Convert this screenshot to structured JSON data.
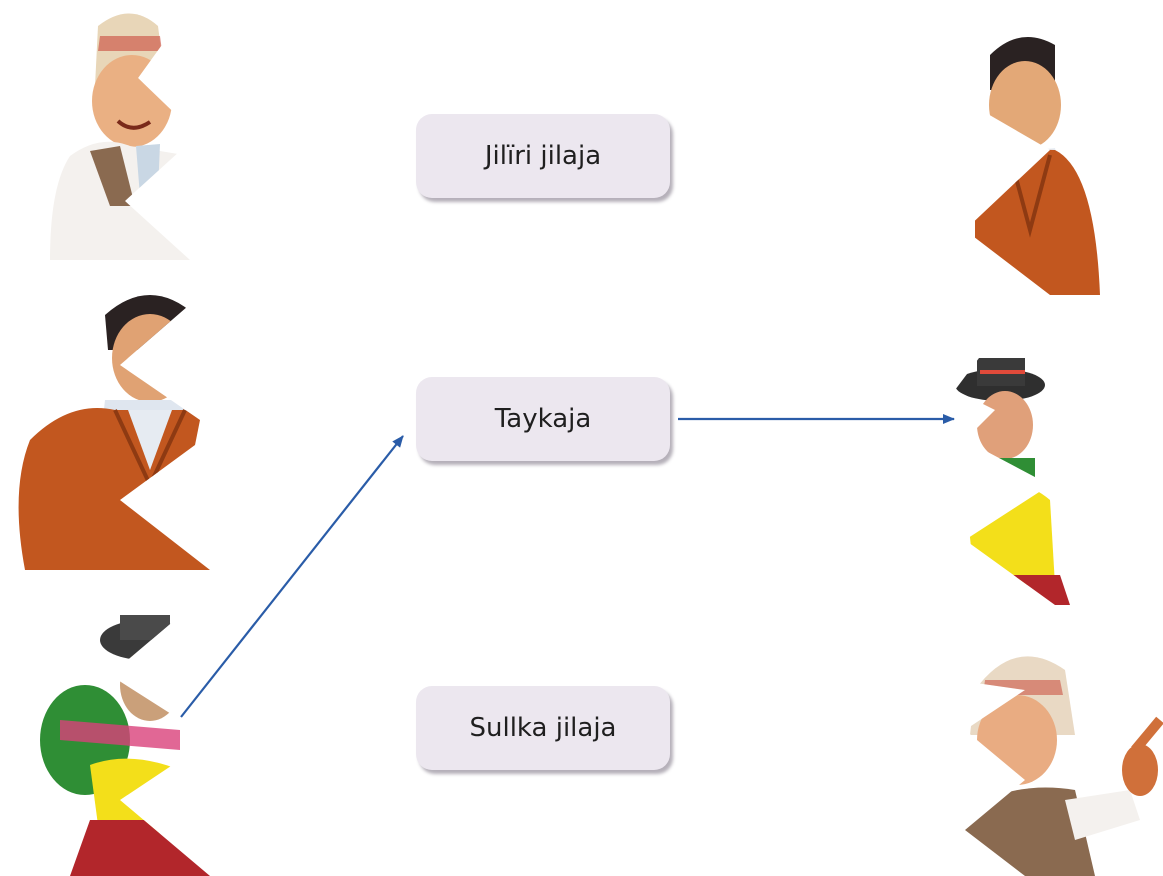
{
  "labels": {
    "top": "Jilïri jilaja",
    "middle": "Taykaja",
    "bottom": "Sullka jilaja"
  },
  "colors": {
    "arrow": "#2a5ca8",
    "box_fill": "#ece7ef",
    "sweater": "#c2571f",
    "skin": "#e9a36f",
    "hair": "#2a2222",
    "yellow": "#f3df1a",
    "green": "#2f8e35",
    "red": "#b2262b"
  },
  "pictures": {
    "left": [
      "boy-in-knit-hat-half",
      "man-in-brown-sweater-half",
      "woman-with-bundle-half"
    ],
    "right": [
      "boy-in-brown-sweater-half",
      "woman-in-bowler-hat-half",
      "boy-pointing-in-knit-hat-half"
    ]
  }
}
